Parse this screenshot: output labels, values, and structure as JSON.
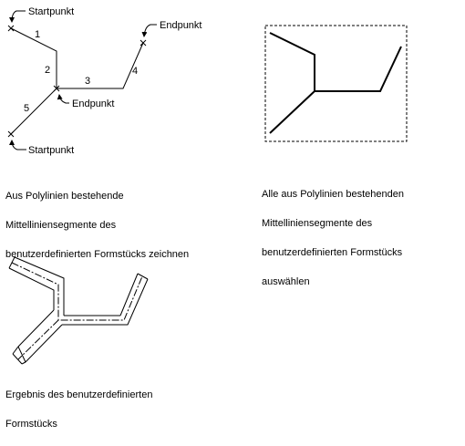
{
  "diagram1": {
    "labels": {
      "start_top": "Startpunkt",
      "end_right": "Endpunkt",
      "end_mid": "Endpunkt",
      "start_bottom": "Startpunkt"
    },
    "segments": [
      "1",
      "2",
      "3",
      "4",
      "5"
    ],
    "caption": [
      "Aus Polylinien bestehende",
      "Mittelliniensegmente des",
      "benutzerdefinierten Formstücks zeichnen"
    ]
  },
  "diagram2": {
    "caption": [
      "Alle aus Polylinien bestehenden",
      "Mittelliniensegmente des",
      "benutzerdefinierten Formstücks",
      "auswählen"
    ]
  },
  "diagram3": {
    "caption": [
      "Ergebnis des benutzerdefinierten",
      "Formstücks"
    ]
  }
}
